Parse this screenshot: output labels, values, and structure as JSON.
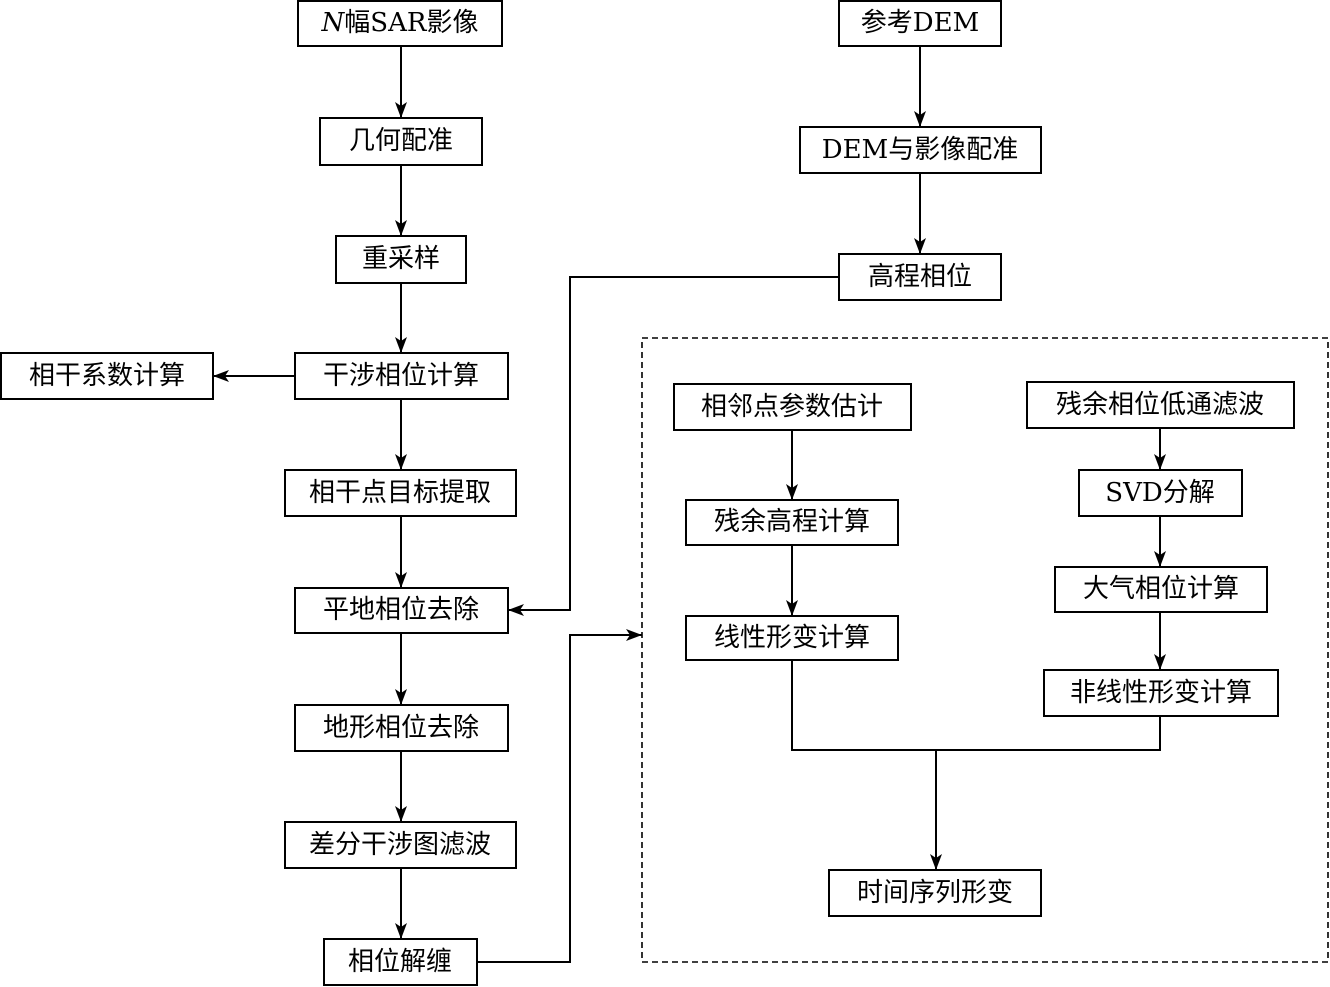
{
  "nodes": {
    "sar_images_n": "N",
    "sar_images_rest": "幅SAR影像",
    "geometric_registration": "几何配准",
    "resampling": "重采样",
    "interferometric_phase": "干涉相位计算",
    "coherence": "相干系数计算",
    "coherent_points": "相干点目标提取",
    "flat_earth_removal": "平地相位去除",
    "topo_removal": "地形相位去除",
    "diff_filter": "差分干涉图滤波",
    "unwrapping": "相位解缠",
    "ref_dem": "参考DEM",
    "dem_registration": "DEM与影像配准",
    "elevation_phase": "高程相位",
    "neighbor_params": "相邻点参数估计",
    "residual_height": "残余高程计算",
    "linear_def": "线性形变计算",
    "residual_lowpass": "残余相位低通滤波",
    "svd": "SVD分解",
    "atmos": "大气相位计算",
    "nonlinear": "非线性形变计算",
    "time_series": "时间序列形变"
  }
}
